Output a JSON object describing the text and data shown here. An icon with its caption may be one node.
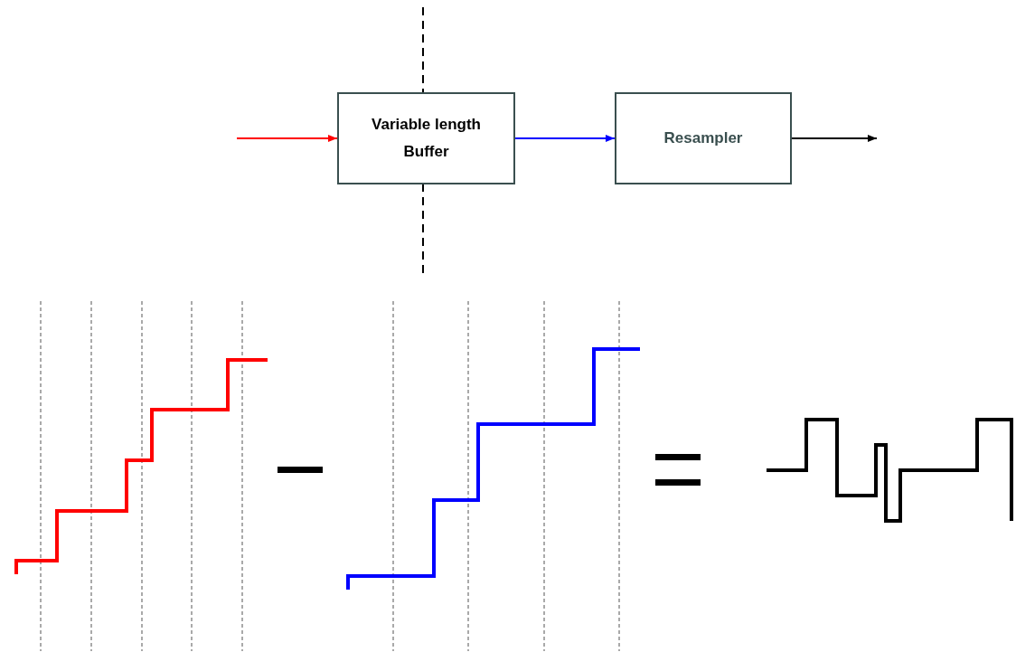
{
  "diagram": {
    "nodes": [
      {
        "text": [
          "Variable length Buffer"
        ]
      },
      {
        "text": [
          "Resampler"
        ]
      }
    ],
    "edges": [
      {
        "from": null,
        "to": 0,
        "arrow": "to",
        "color": "#ff0000"
      },
      {
        "from": 0,
        "to": 1,
        "arrow": "to",
        "color": "#0000ff"
      },
      {
        "from": 1,
        "to": null,
        "arrow": "to",
        "color": "#000000"
      }
    ]
  }
}
